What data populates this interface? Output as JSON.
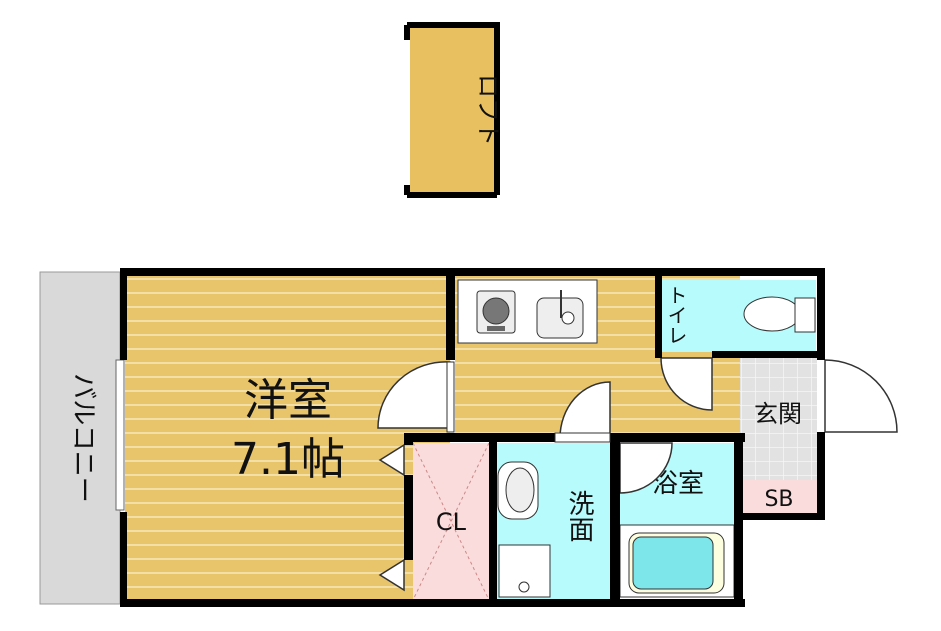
{
  "rooms": {
    "loft": {
      "label": "ロフト"
    },
    "balcony": {
      "label": "バルコニー"
    },
    "western_room": {
      "label": "洋室",
      "size": "7.1帖"
    },
    "toilet": {
      "label": "トイレ"
    },
    "entrance": {
      "label": "玄関"
    },
    "shoe_box": {
      "label": "SB"
    },
    "closet": {
      "label": "CL"
    },
    "washroom": {
      "label": "洗面"
    },
    "bathroom": {
      "label": "浴室"
    }
  },
  "colors": {
    "floor": "#e8c46a",
    "floor_stripe": "#f3dfa8",
    "wet_area": "#b8fbfc",
    "closet": "#fadcdc",
    "balcony": "#d9d9d9",
    "entrance": "#e2e2e2",
    "wall": "#000000"
  }
}
